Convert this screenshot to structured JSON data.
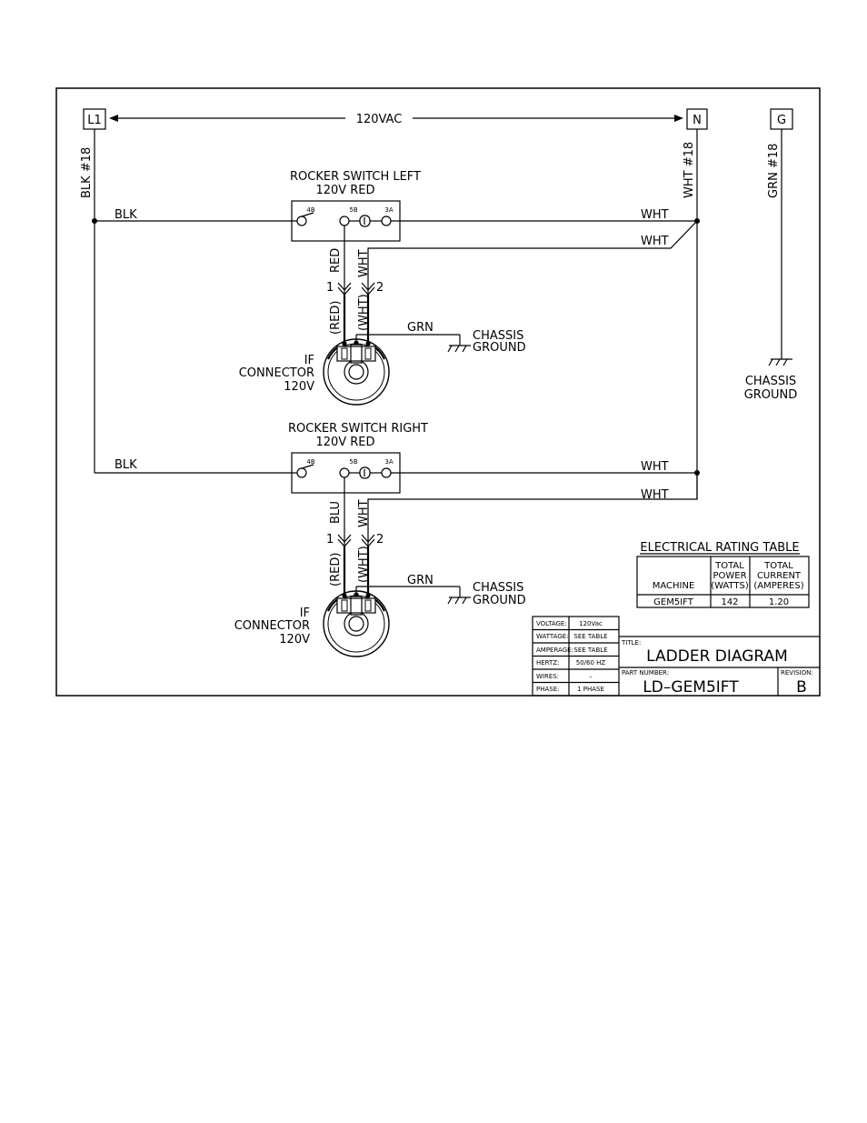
{
  "supply": {
    "l1": "L1",
    "n": "N",
    "g": "G",
    "voltage": "120VAC",
    "l1_wire": "BLK #18",
    "n_wire": "WHT #18",
    "g_wire": "GRN #18",
    "g_ground": [
      "CHASSIS",
      "GROUND"
    ]
  },
  "wires": {
    "blk": "BLK",
    "wht": "WHT",
    "grn": "GRN"
  },
  "switches": [
    {
      "title": "ROCKER SWITCH LEFT",
      "subtitle": "120V RED",
      "terms": [
        "4B",
        "5B",
        "3A"
      ],
      "wire1": "RED",
      "wire2": "WHT",
      "pin1": "1",
      "pin2": "2",
      "paren1": "(RED)",
      "paren2": "(WHT)",
      "ground": [
        "CHASSIS",
        "GROUND"
      ],
      "connector": [
        "IF",
        "CONNECTOR",
        "120V"
      ]
    },
    {
      "title": "ROCKER SWITCH RIGHT",
      "subtitle": "120V RED",
      "terms": [
        "4B",
        "5B",
        "3A"
      ],
      "wire1": "BLU",
      "wire2": "WHT",
      "pin1": "1",
      "pin2": "2",
      "paren1": "(RED)",
      "paren2": "(WHT)",
      "ground": [
        "CHASSIS",
        "GROUND"
      ],
      "connector": [
        "IF",
        "CONNECTOR",
        "120V"
      ]
    }
  ],
  "rating_table": {
    "title": "ELECTRICAL RATING TABLE",
    "headers": [
      [
        "MACHINE"
      ],
      [
        "TOTAL",
        "POWER",
        "(WATTS)"
      ],
      [
        "TOTAL",
        "CURRENT",
        "(AMPERES)"
      ]
    ],
    "rows": [
      [
        "GEM5IFT",
        "142",
        "1.20"
      ]
    ]
  },
  "specs": [
    {
      "label": "VOLTAGE:",
      "value": "120Vac"
    },
    {
      "label": "WATTAGE:",
      "value": "SEE TABLE"
    },
    {
      "label": "AMPERAGE:",
      "value": "SEE TABLE"
    },
    {
      "label": "HERTZ:",
      "value": "50/60 HZ"
    },
    {
      "label": "WIRES:",
      "value": "–"
    },
    {
      "label": "PHASE:",
      "value": "1 PHASE"
    }
  ],
  "title_block": {
    "title_label": "TITLE:",
    "title": "LADDER DIAGRAM",
    "part_label": "PART NUMBER:",
    "part_number": "LD–GEM5IFT",
    "revision_label": "REVISION:",
    "revision": "B"
  }
}
